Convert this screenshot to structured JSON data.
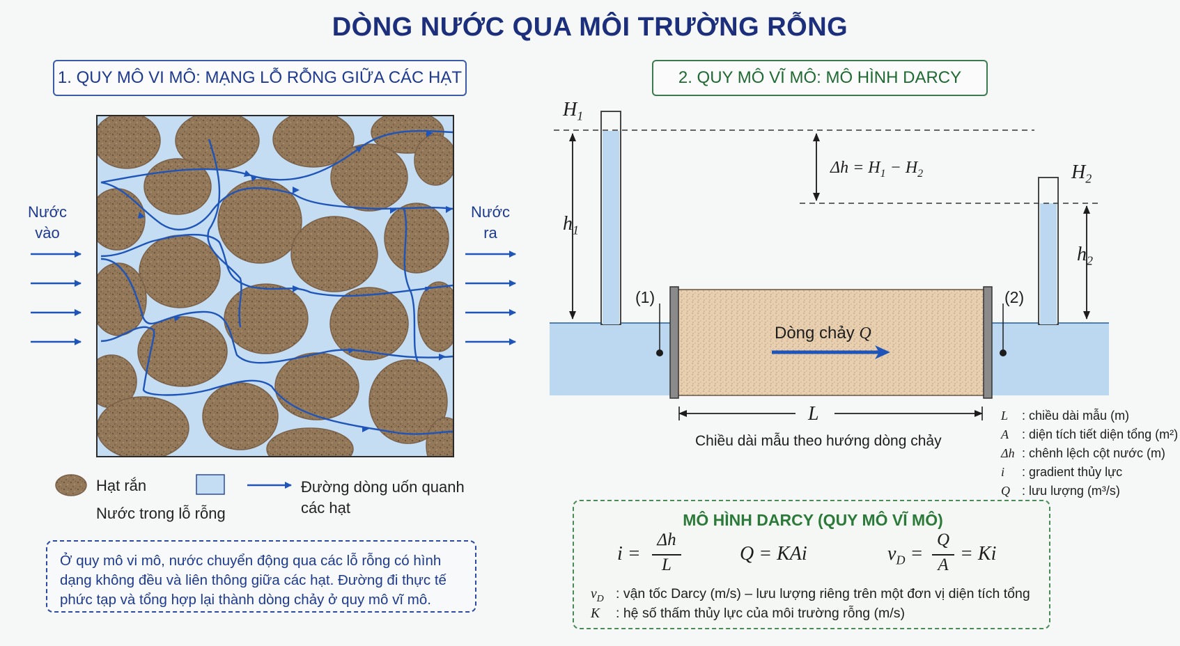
{
  "title": "DÒNG NƯỚC QUA MÔI TRƯỜNG RỖNG",
  "section1": {
    "heading": "1. QUY MÔ VI MÔ: MẠNG LỖ RỖNG GIỮA CÁC HẠT",
    "inflow_label": "Nước\nvào",
    "outflow_label": "Nước\nra",
    "legend": {
      "grain": "Hạt rắn",
      "pore_water": "Nước trong lỗ rỗng",
      "streamline": "Đường dòng uốn quanh\ncác hạt"
    },
    "note": "Ở quy mô vi mô, nước chuyển động qua các lỗ rỗng có hình dạng không đều và liên thông giữa các hạt. Đường đi thực tế phức tạp và tổng hợp lại thành dòng chảy ở quy mô vĩ mô."
  },
  "section2": {
    "heading": "2. QUY MÔ VĨ MÔ: MÔ HÌNH DARCY",
    "H1": "H",
    "H1_sub": "1",
    "H2": "H",
    "H2_sub": "2",
    "h1": "h",
    "h1_sub": "1",
    "h2": "h",
    "h2_sub": "2",
    "delta_h_text": "Δh = H",
    "delta_h_mid": " − H",
    "point1": "(1)",
    "point2": "(2)",
    "flow_label": "Dòng chảy ",
    "flow_symbol": "Q",
    "length_symbol": "L",
    "length_caption": "Chiều dài mẫu theo hướng dòng chảy",
    "definitions": [
      {
        "symbol": "L",
        "text": ": chiều dài mẫu (m)"
      },
      {
        "symbol": "A",
        "text": ": diện tích tiết diện tổng (m²)"
      },
      {
        "symbol": "Δh",
        "text": ": chênh lệch cột nước (m)"
      },
      {
        "symbol": "i",
        "text": ": gradient thủy lực"
      },
      {
        "symbol": "Q",
        "text": ": lưu lượng (m³/s)"
      }
    ]
  },
  "darcy": {
    "title": "MÔ HÌNH DARCY (QUY MÔ VĨ MÔ)",
    "f1_lhs": "i =",
    "f1_num": "Δh",
    "f1_den": "L",
    "f2": "Q = KAi",
    "f3_lhs": "v",
    "f3_sub": "D",
    "f3_eq": "=",
    "f3_num": "Q",
    "f3_den": "A",
    "f3_rhs": "= Ki",
    "vd_symbol": "v",
    "vd_sub": "D",
    "vd_text": ": vận tốc Darcy (m/s) – lưu lượng riêng trên một đơn vị diện tích tổng",
    "k_symbol": "K",
    "k_text": ": hệ số thấm thủy lực của môi trường rỗng (m/s)"
  },
  "colors": {
    "title_blue": "#1b2f7c",
    "water": "#bcd8f0",
    "grain": "#8f7458",
    "streamline": "#1f55b8",
    "darcy_green": "#2c7a3a"
  }
}
